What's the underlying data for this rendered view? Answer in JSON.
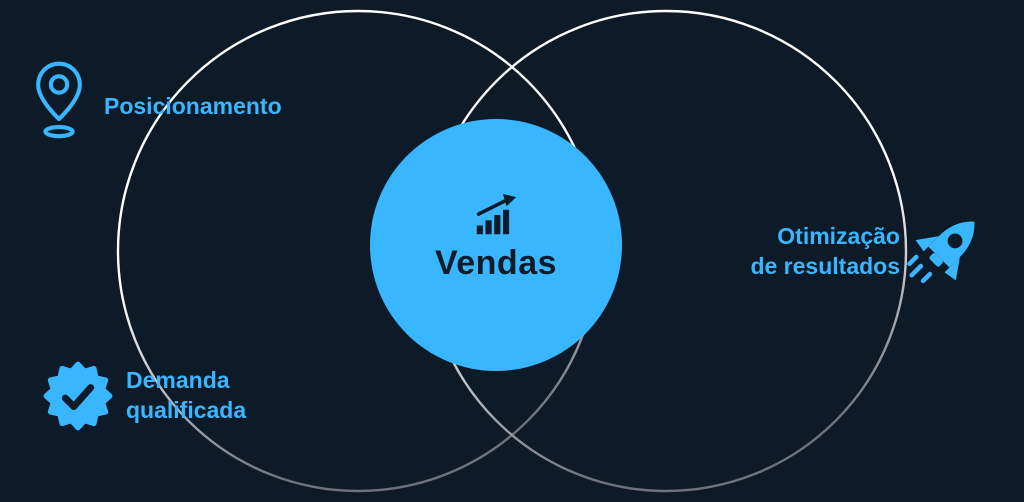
{
  "colors": {
    "background": "#0d1b28",
    "accent": "#38b6ff",
    "dark": "#0e1c29",
    "ring_bright": "#ffffff",
    "ring_dim": "#6d737c"
  },
  "center": {
    "label": "Vendas",
    "icon": "growth-chart-icon"
  },
  "callouts": {
    "positioning": {
      "label": "Posicionamento",
      "icon": "location-pin-icon"
    },
    "qualified_demand": {
      "line1": "Demanda",
      "line2": "qualificada",
      "icon": "badge-check-icon"
    },
    "results_optimization": {
      "line1": "Otimização",
      "line2": "de resultados",
      "icon": "rocket-icon"
    }
  }
}
